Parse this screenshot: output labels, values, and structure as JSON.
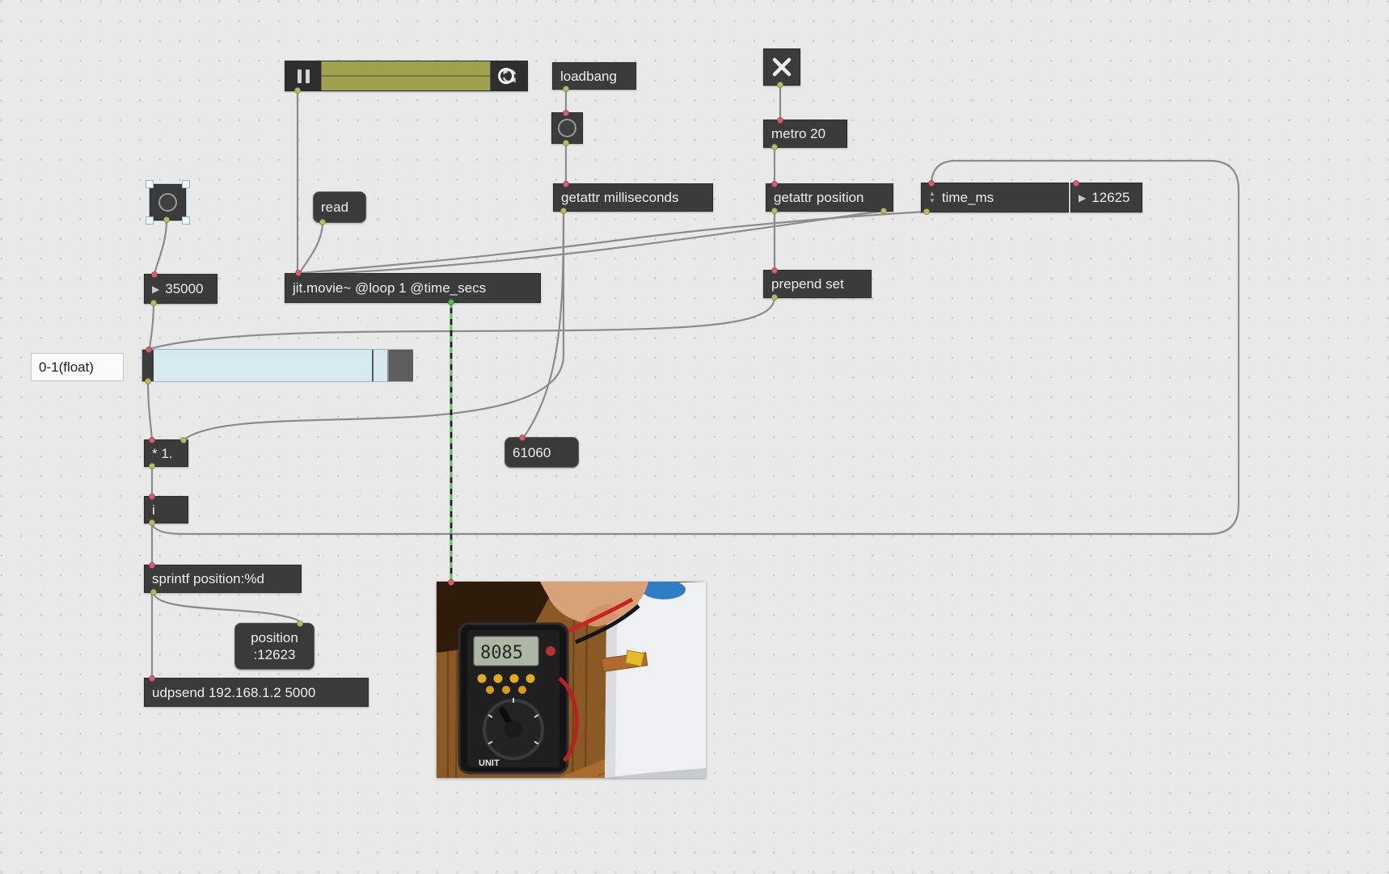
{
  "patcher": {
    "playbar": {
      "value_note": ""
    },
    "loadbang": {
      "label": "loadbang"
    },
    "metro": {
      "label": "metro 20"
    },
    "read_msg": {
      "label": "read"
    },
    "getattr_ms": {
      "label": "getattr milliseconds"
    },
    "getattr_pos": {
      "label": "getattr position"
    },
    "time_ms": {
      "label": "time_ms"
    },
    "num_right": {
      "value": "12625"
    },
    "num_35000": {
      "value": "35000"
    },
    "jit_movie": {
      "label": "jit.movie~ @loop 1 @time_secs"
    },
    "prepend": {
      "label": "prepend set"
    },
    "comment": {
      "label": "0-1(float)"
    },
    "mult": {
      "label": "* 1."
    },
    "msg_61060": {
      "label": "61060"
    },
    "int_obj": {
      "label": "i"
    },
    "sprintf": {
      "label": "sprintf position:%d"
    },
    "position_msg": {
      "line1": "position",
      "line2": ":12623"
    },
    "udpsend": {
      "label": "udpsend 192.168.1.2 5000"
    },
    "video": {
      "meter_reading": "8085",
      "meter_brand": "UNIT"
    }
  },
  "icons": {
    "number_arrow": "▶",
    "spinner_up": "▲",
    "spinner_down": "▼",
    "pause_icon": "two-bars",
    "sync_icon": "circular-arrows",
    "toggle_x_icon": "cross",
    "bang_icon": "circle"
  },
  "colors": {
    "canvas_bg": "#e9e9e9",
    "object_bg": "#3b3b3b",
    "object_text": "#ededed",
    "patch_cord": "#8c8c8c",
    "jit_cord_green": "#57c957",
    "hot_inlet": "#d2616d",
    "cold_port": "#b9ba63",
    "playbar_track": "#9fa14f",
    "slider_bg": "#d6e9ee"
  }
}
